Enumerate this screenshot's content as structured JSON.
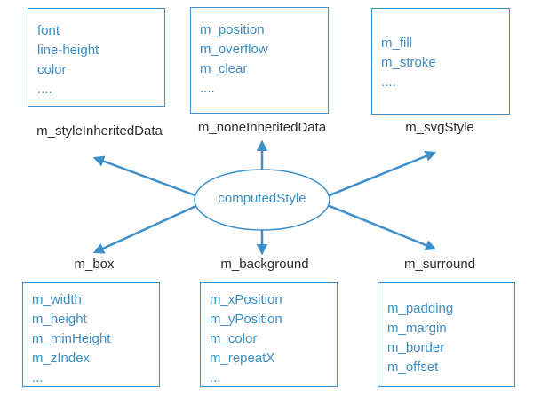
{
  "center": {
    "label": "computedStyle"
  },
  "nodes": [
    {
      "id": "styleInheritedData",
      "label": "m_styleInheritedData",
      "items": [
        "font",
        "line-height",
        "color",
        "...."
      ]
    },
    {
      "id": "noneInheritedData",
      "label": "m_noneInheritedData",
      "items": [
        "m_position",
        "m_overflow",
        "m_clear",
        "...."
      ]
    },
    {
      "id": "svgStyle",
      "label": "m_svgStyle",
      "items": [
        "m_fill",
        "m_stroke",
        "...."
      ]
    },
    {
      "id": "box",
      "label": "m_box",
      "items": [
        "m_width",
        "m_height",
        "m_minHeight",
        "m_zIndex",
        "..."
      ]
    },
    {
      "id": "background",
      "label": "m_background",
      "items": [
        "m_xPosition",
        "m_yPosition",
        "m_color",
        "m_repeatX",
        "..."
      ]
    },
    {
      "id": "surround",
      "label": "m_surround",
      "items": [
        "m_padding",
        "m_margin",
        "m_border",
        "m_offset"
      ]
    }
  ],
  "colors": {
    "accent": "#3a8ec6",
    "border": "#3d8fc9",
    "text": "#2b2b2b"
  }
}
